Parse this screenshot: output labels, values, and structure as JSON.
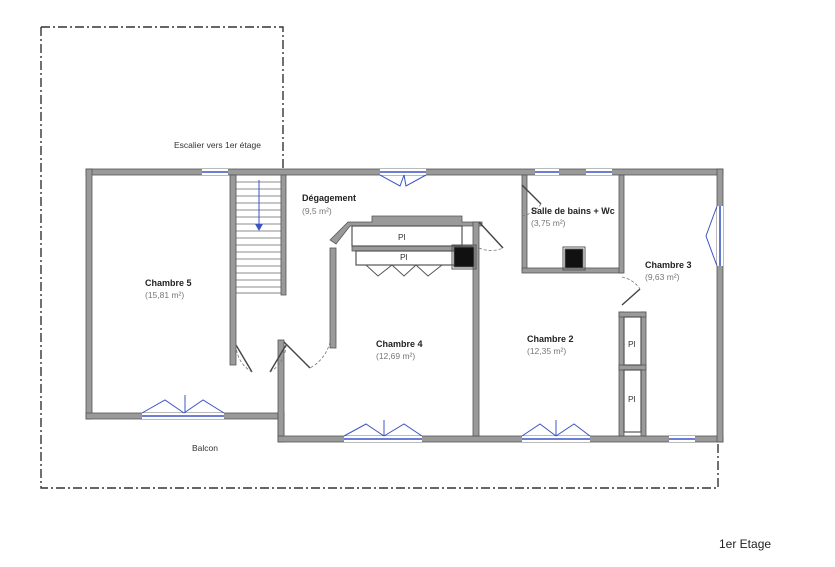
{
  "floor_label": "1er Etage",
  "labels": {
    "stairs": "Escalier vers 1er étage",
    "balcony": "Balcon",
    "closet": "Pl"
  },
  "rooms": [
    {
      "id": "degagement",
      "name": "Dégagement",
      "area": "(9,5 m²)"
    },
    {
      "id": "chambre5",
      "name": "Chambre 5",
      "area": "(15,81 m²)"
    },
    {
      "id": "chambre4",
      "name": "Chambre 4",
      "area": "(12,69 m²)"
    },
    {
      "id": "chambre2",
      "name": "Chambre 2",
      "area": "(12,35 m²)"
    },
    {
      "id": "salle-de-bains",
      "name": "Salle de bains + Wc",
      "area": "(3,75 m²)"
    },
    {
      "id": "chambre3",
      "name": "Chambre 3",
      "area": "(9,63 m²)"
    }
  ],
  "colors": {
    "wall": "#9a9a9a",
    "window": "#3b55c7",
    "chimney": "#111111"
  }
}
